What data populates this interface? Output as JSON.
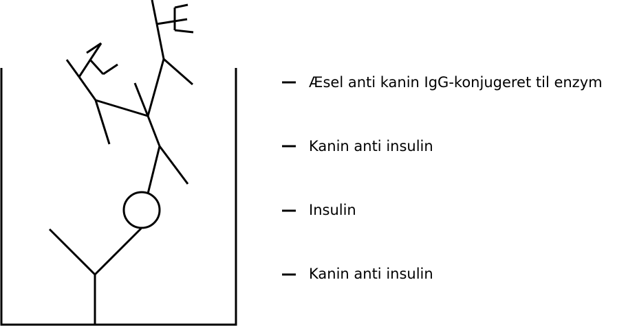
{
  "legend": {
    "items": [
      {
        "label": "Æsel anti kanin IgG-konjugeret til enzym"
      },
      {
        "label": "Kanin anti insulin"
      },
      {
        "label": "Insulin"
      },
      {
        "label": "Kanin anti insulin"
      }
    ]
  },
  "colors": {
    "stroke": "#000000",
    "background": "#ffffff"
  }
}
